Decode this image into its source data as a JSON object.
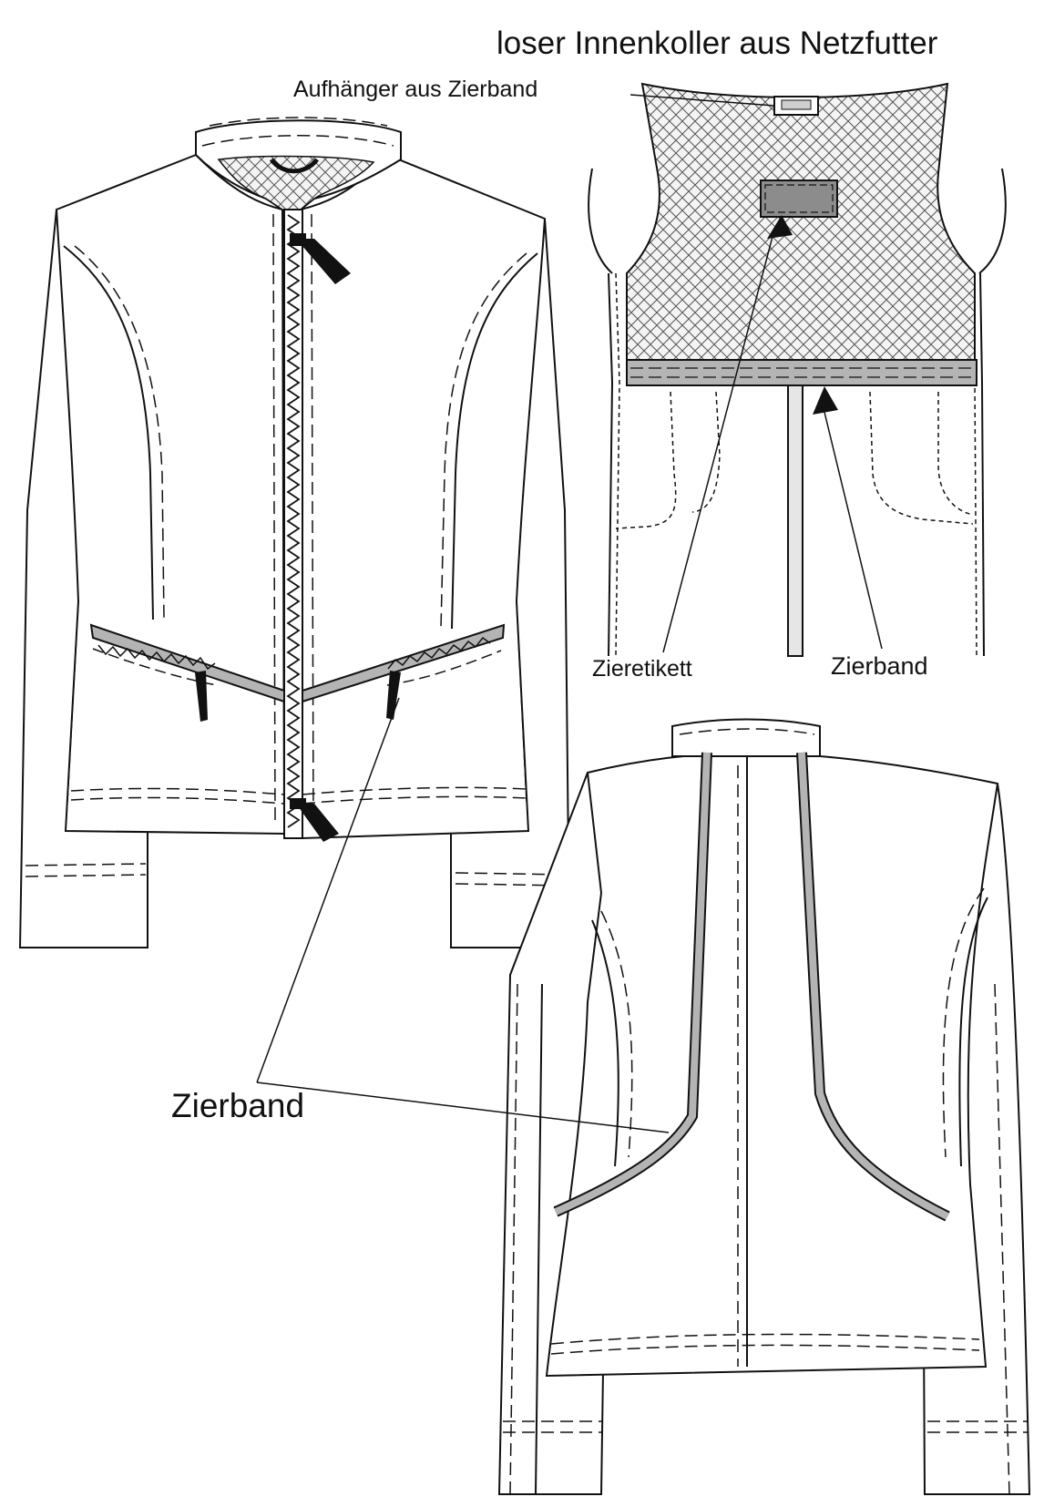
{
  "labels": {
    "title": "loser Innenkoller aus Netzfutter",
    "hanger": "Aufhänger aus Zierband",
    "decorative_label": "Zieretikett",
    "decorative_band_small": "Zierband",
    "decorative_band_large": "Zierband"
  },
  "colors": {
    "line": "#111111",
    "tape": "#b4b4b4",
    "label_fill": "#8c8c8c",
    "zipper_pull": "#111111",
    "mesh": "#555555"
  }
}
